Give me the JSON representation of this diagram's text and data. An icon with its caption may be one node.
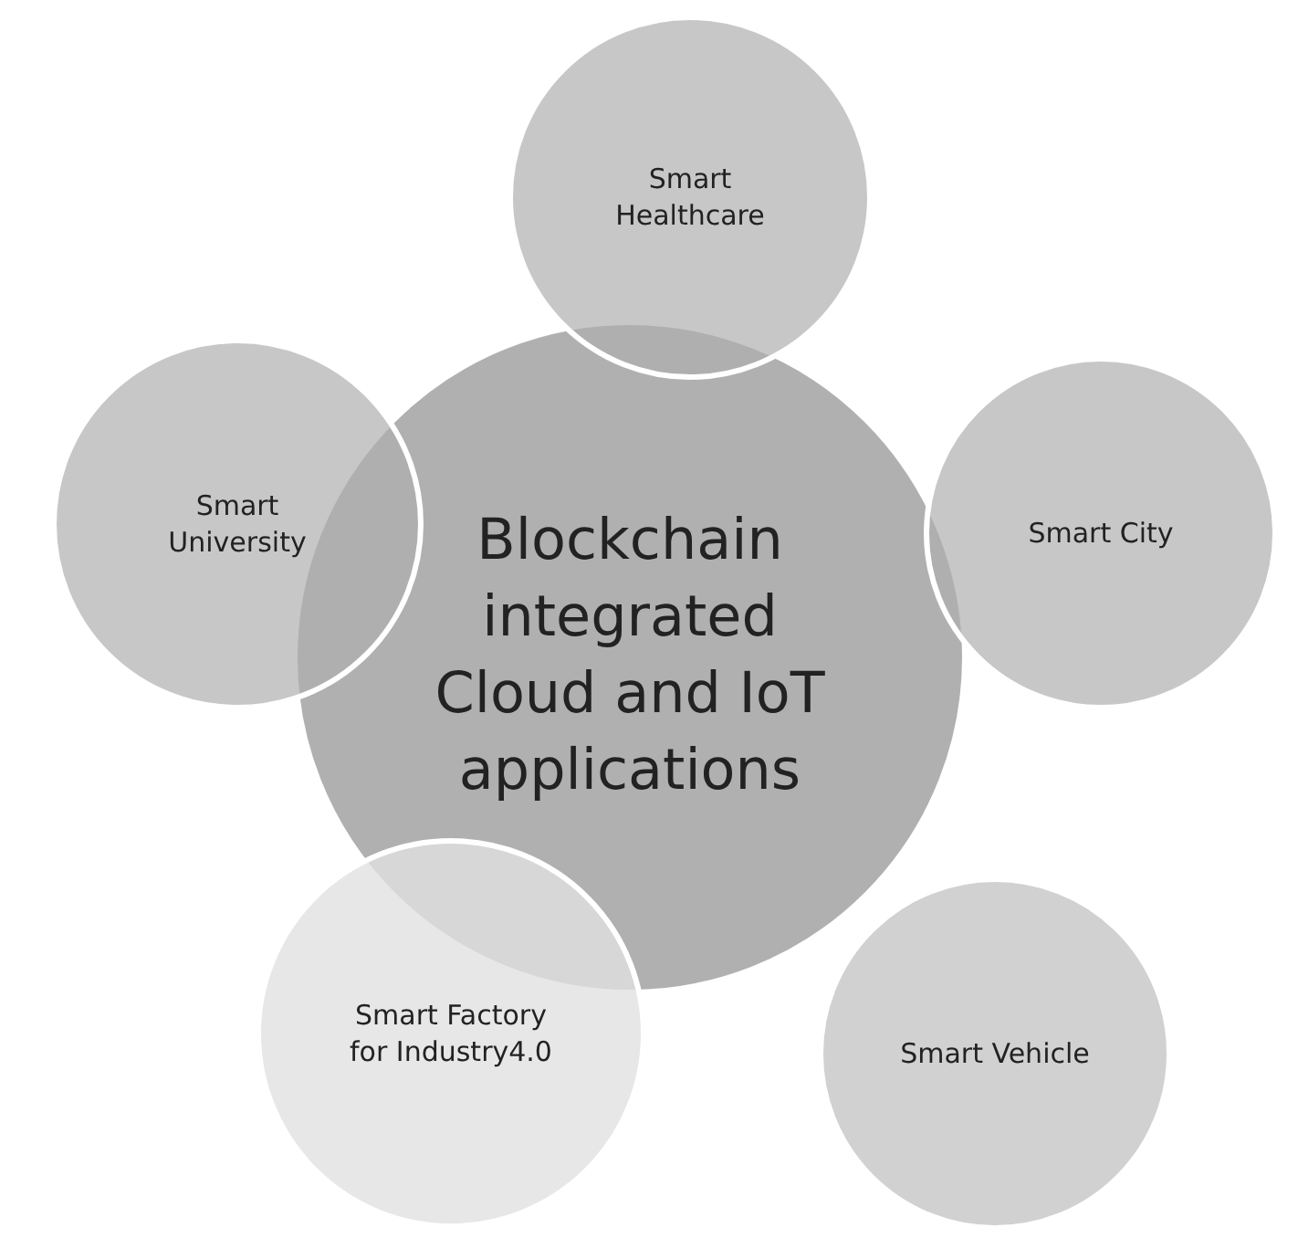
{
  "diagram": {
    "nodes": [
      {
        "text": [
          "Blockchain integrated Cloud and IoT applications"
        ]
      },
      {
        "text": [
          "Smart Healthcare"
        ]
      },
      {
        "text": [
          "Smart City"
        ]
      },
      {
        "text": [
          "Smart Vehicle"
        ]
      },
      {
        "text": [
          "Smart Factory for Industry4.0"
        ]
      },
      {
        "text": [
          "Smart University"
        ]
      }
    ]
  }
}
